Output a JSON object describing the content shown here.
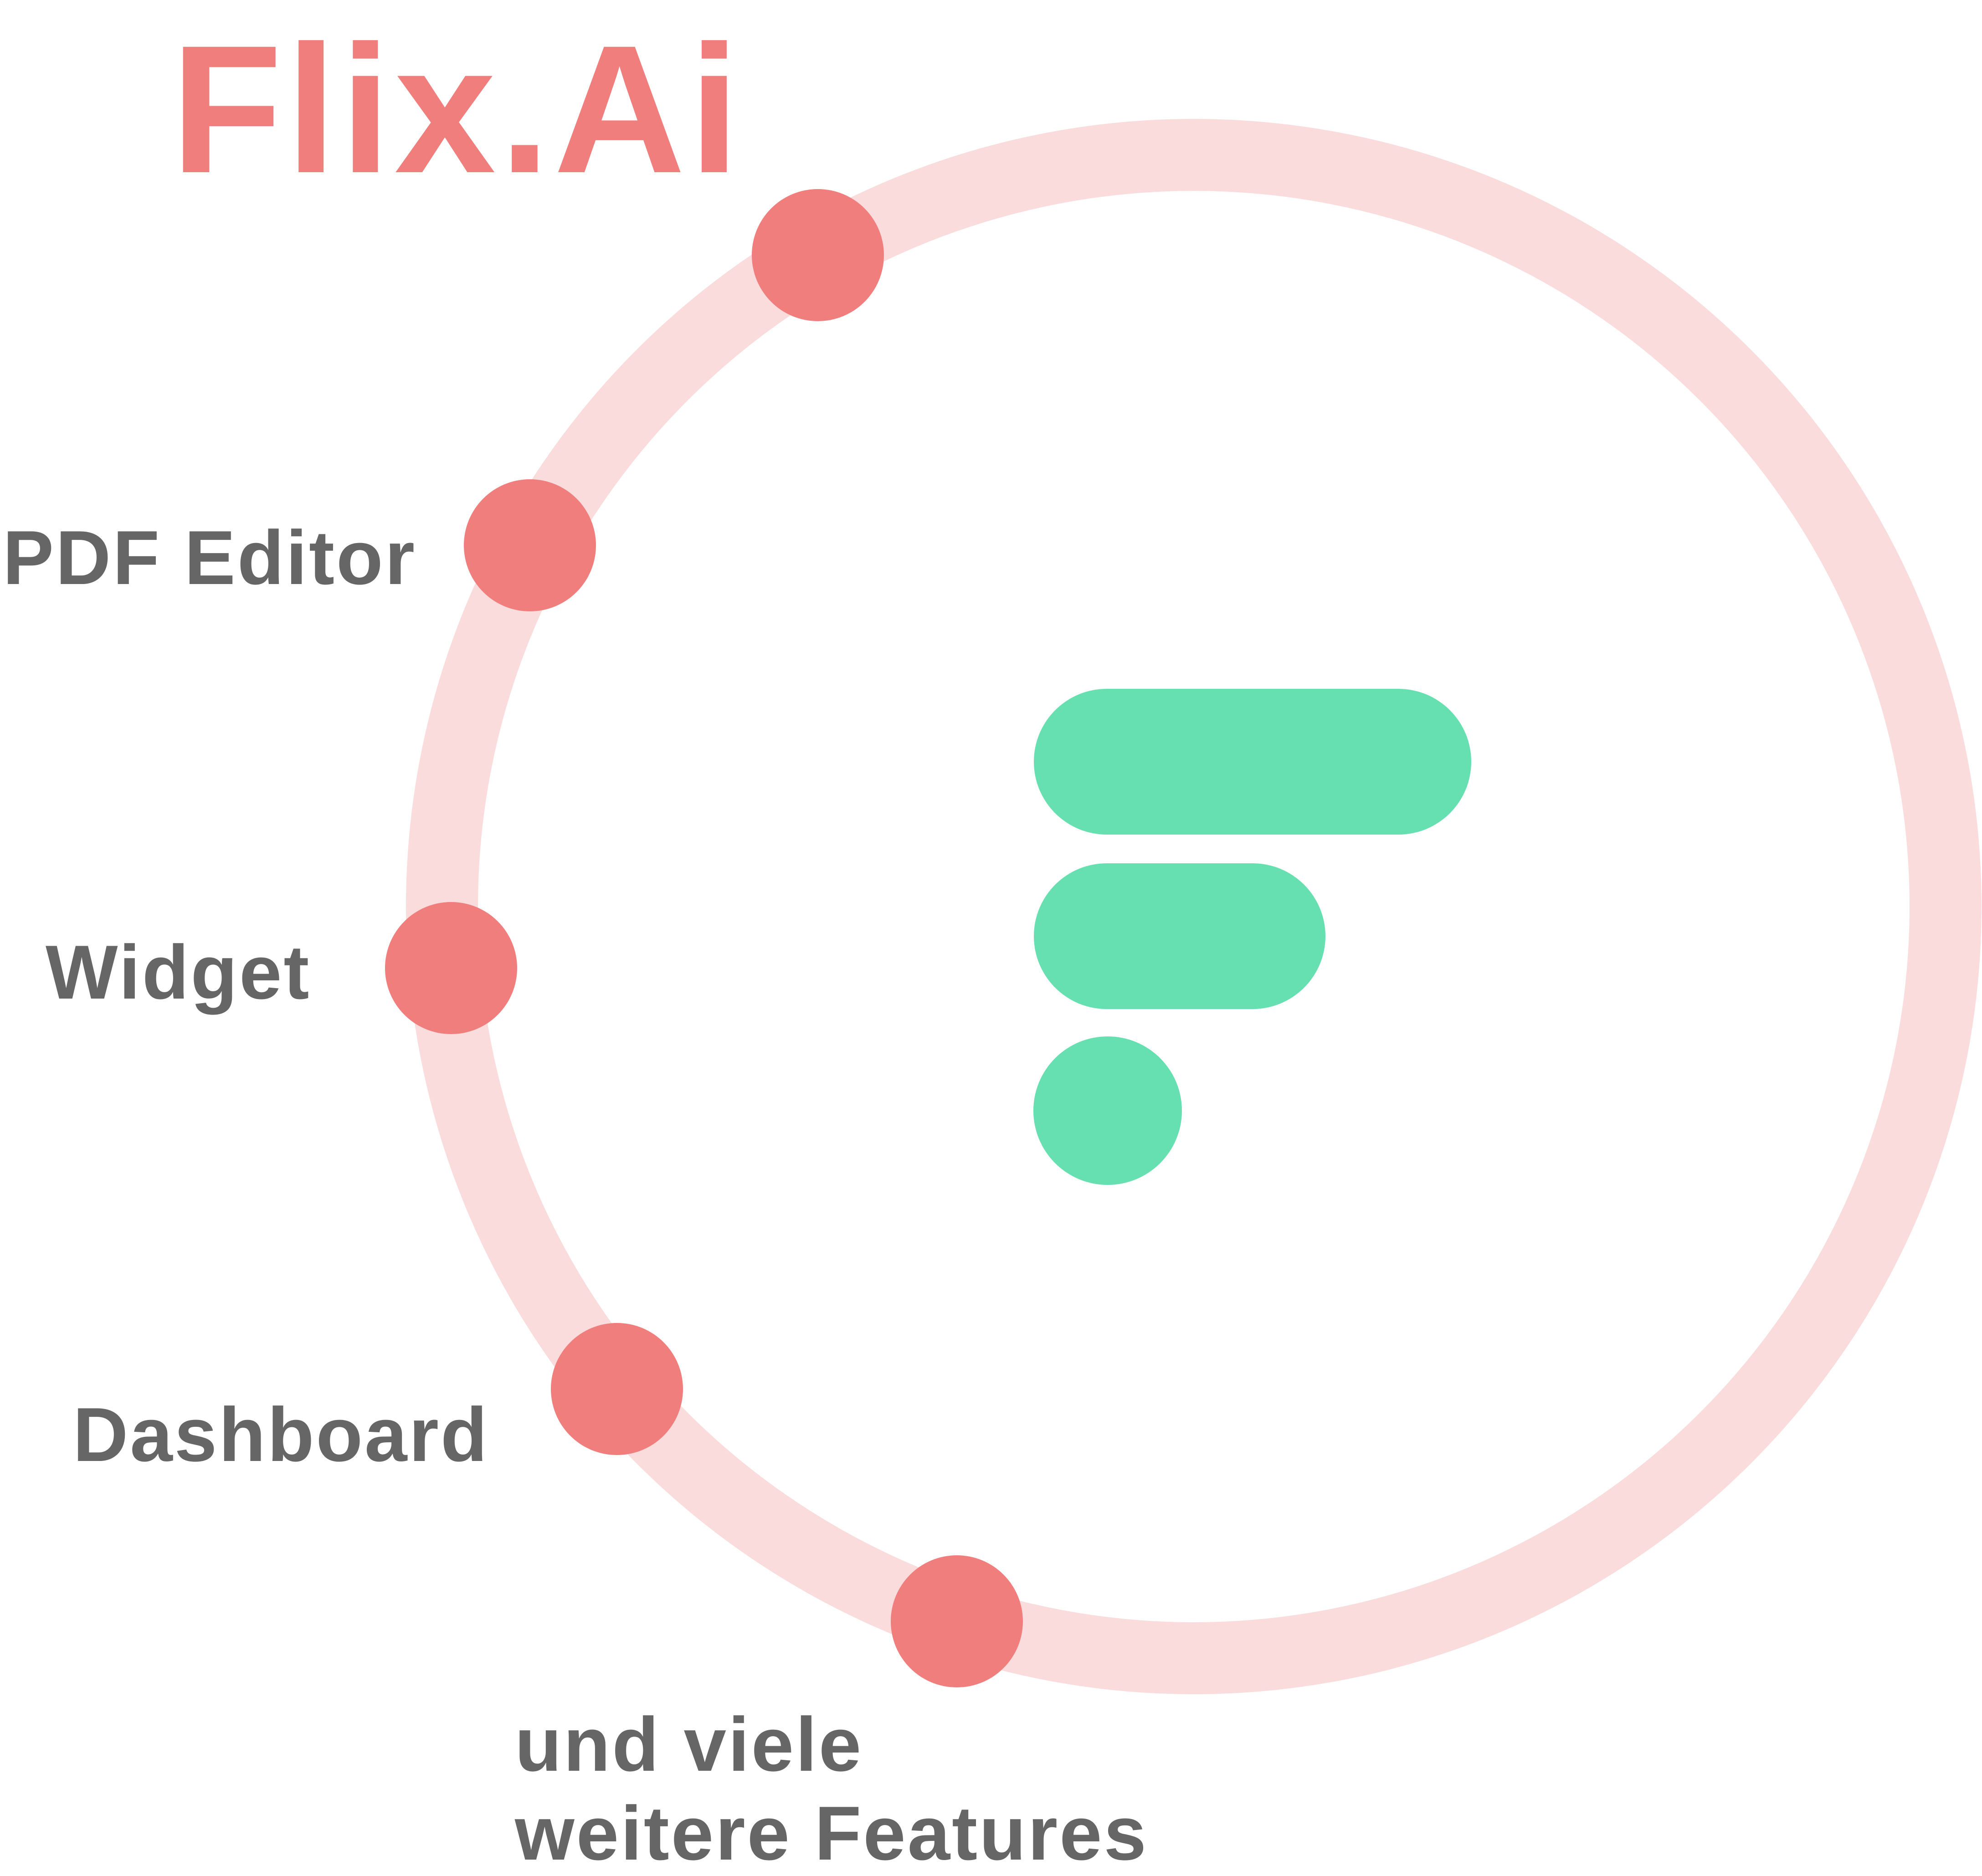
{
  "title": "Flix.Ai",
  "colors": {
    "brand": "#F07E7C",
    "ring": "#FADCDD",
    "logo": "#66E0B0",
    "text": "#666666"
  },
  "features": [
    {
      "label": "PDF Editor"
    },
    {
      "label": "Widget"
    },
    {
      "label": "Dashboard"
    },
    {
      "label": "und viele",
      "label2": "weitere Features"
    }
  ]
}
